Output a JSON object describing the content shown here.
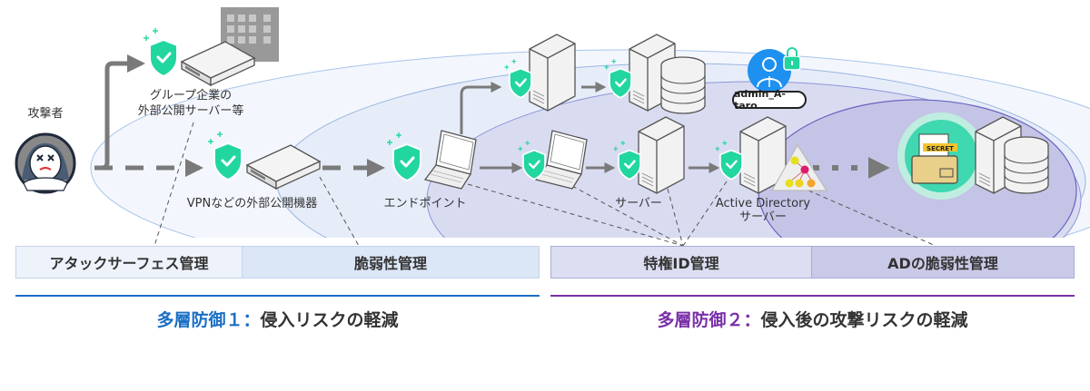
{
  "nodes": {
    "attacker": "攻撃者",
    "group_server_line1": "グループ企業の",
    "group_server_line2": "外部公開サーバー等",
    "vpn": "VPNなどの外部公開機器",
    "endpoint": "エンドポイント",
    "server": "サーバー",
    "ad_line1": "Active Directory",
    "ad_line2": "サーバー",
    "admin_account": "admin_A-taro",
    "secret_tag": "SECRET"
  },
  "categories": [
    {
      "label": "アタックサーフェス管理",
      "bg": "#eef3fb"
    },
    {
      "label": "脆弱性管理",
      "bg": "#dbe6f7"
    },
    {
      "label": "特権ID管理",
      "bg": "#dcdff2"
    },
    {
      "label": "ADの脆弱性管理",
      "bg": "#c9c9e8"
    }
  ],
  "layers": [
    {
      "accent": "多層防御１",
      "sep": "：",
      "text": "侵入リスクの軽減",
      "color": "#1a6fc4"
    },
    {
      "accent": "多層防御２",
      "sep": "：",
      "text": "侵入後の攻撃リスクの軽減",
      "color": "#7a2fa8"
    }
  ],
  "colors": {
    "shield": "#22d6a0",
    "arrow": "#7a7a7a",
    "admin_blue": "#1e90f0"
  }
}
